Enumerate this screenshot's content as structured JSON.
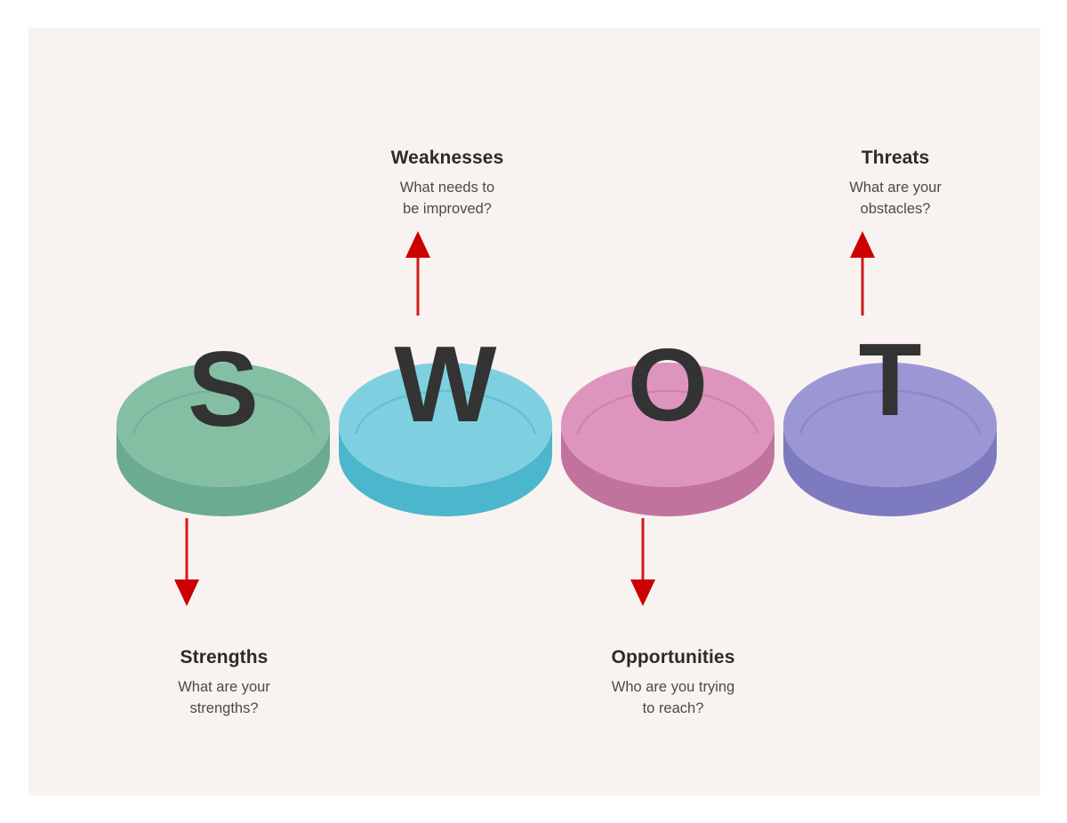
{
  "diagram": {
    "type": "SWOT analysis diagram",
    "panel_background": "#f8f3f0",
    "page_background": "#ffffff",
    "letter_color": "#333333",
    "arrow_color": "#d31919"
  },
  "quadrants": [
    {
      "letter": "S",
      "title": "Strengths",
      "question_line1": "What are your",
      "question_line2": "strengths?",
      "label_position": "below",
      "arrow_direction": "down",
      "color_top": "#84bfa4",
      "color_body": "#6aab92"
    },
    {
      "letter": "W",
      "title": "Weaknesses",
      "question_line1": "What needs to",
      "question_line2": "be improved?",
      "label_position": "above",
      "arrow_direction": "up",
      "color_top": "#7ed0e0",
      "color_body": "#4bb6cc"
    },
    {
      "letter": "O",
      "title": "Opportunities",
      "question_line1": "Who are you trying",
      "question_line2": "to reach?",
      "label_position": "below",
      "arrow_direction": "down",
      "color_top": "#dd95bd",
      "color_body": "#c2739d"
    },
    {
      "letter": "T",
      "title": "Threats",
      "question_line1": "What are your",
      "question_line2": "obstacles?",
      "label_position": "above",
      "arrow_direction": "up",
      "color_top": "#9a97d4",
      "color_body": "#7e7ac0"
    }
  ]
}
